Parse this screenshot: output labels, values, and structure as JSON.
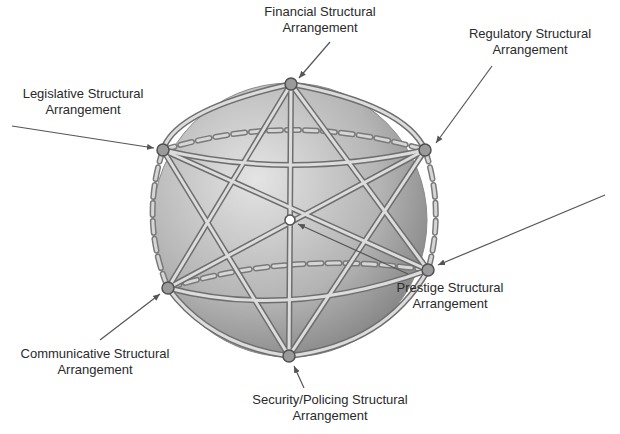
{
  "diagram": {
    "labels": [
      "Financial Structural Arrangement",
      "Regulatory Structural Arrangement",
      "Legislative Structural Arrangement",
      "Prestige Structural Arrangement",
      "Communicative Structural Arrangement",
      "Security/Policing Structural Arrangement"
    ]
  }
}
